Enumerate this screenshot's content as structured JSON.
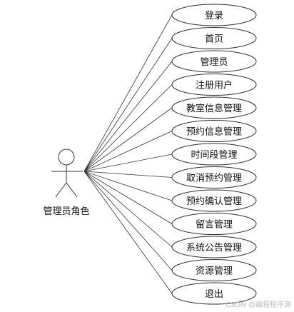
{
  "actor": {
    "label": "管理员角色"
  },
  "use_cases": [
    {
      "label": "登录"
    },
    {
      "label": "首页"
    },
    {
      "label": "管理员"
    },
    {
      "label": "注册用户"
    },
    {
      "label": "教室信息管理"
    },
    {
      "label": "预约信息管理"
    },
    {
      "label": "时间段管理"
    },
    {
      "label": "取消预约管理"
    },
    {
      "label": "预约确认管理"
    },
    {
      "label": "留言管理"
    },
    {
      "label": "系统公告管理"
    },
    {
      "label": "资源管理"
    },
    {
      "label": "退出"
    }
  ],
  "watermark": "CSDN @编程程序源"
}
